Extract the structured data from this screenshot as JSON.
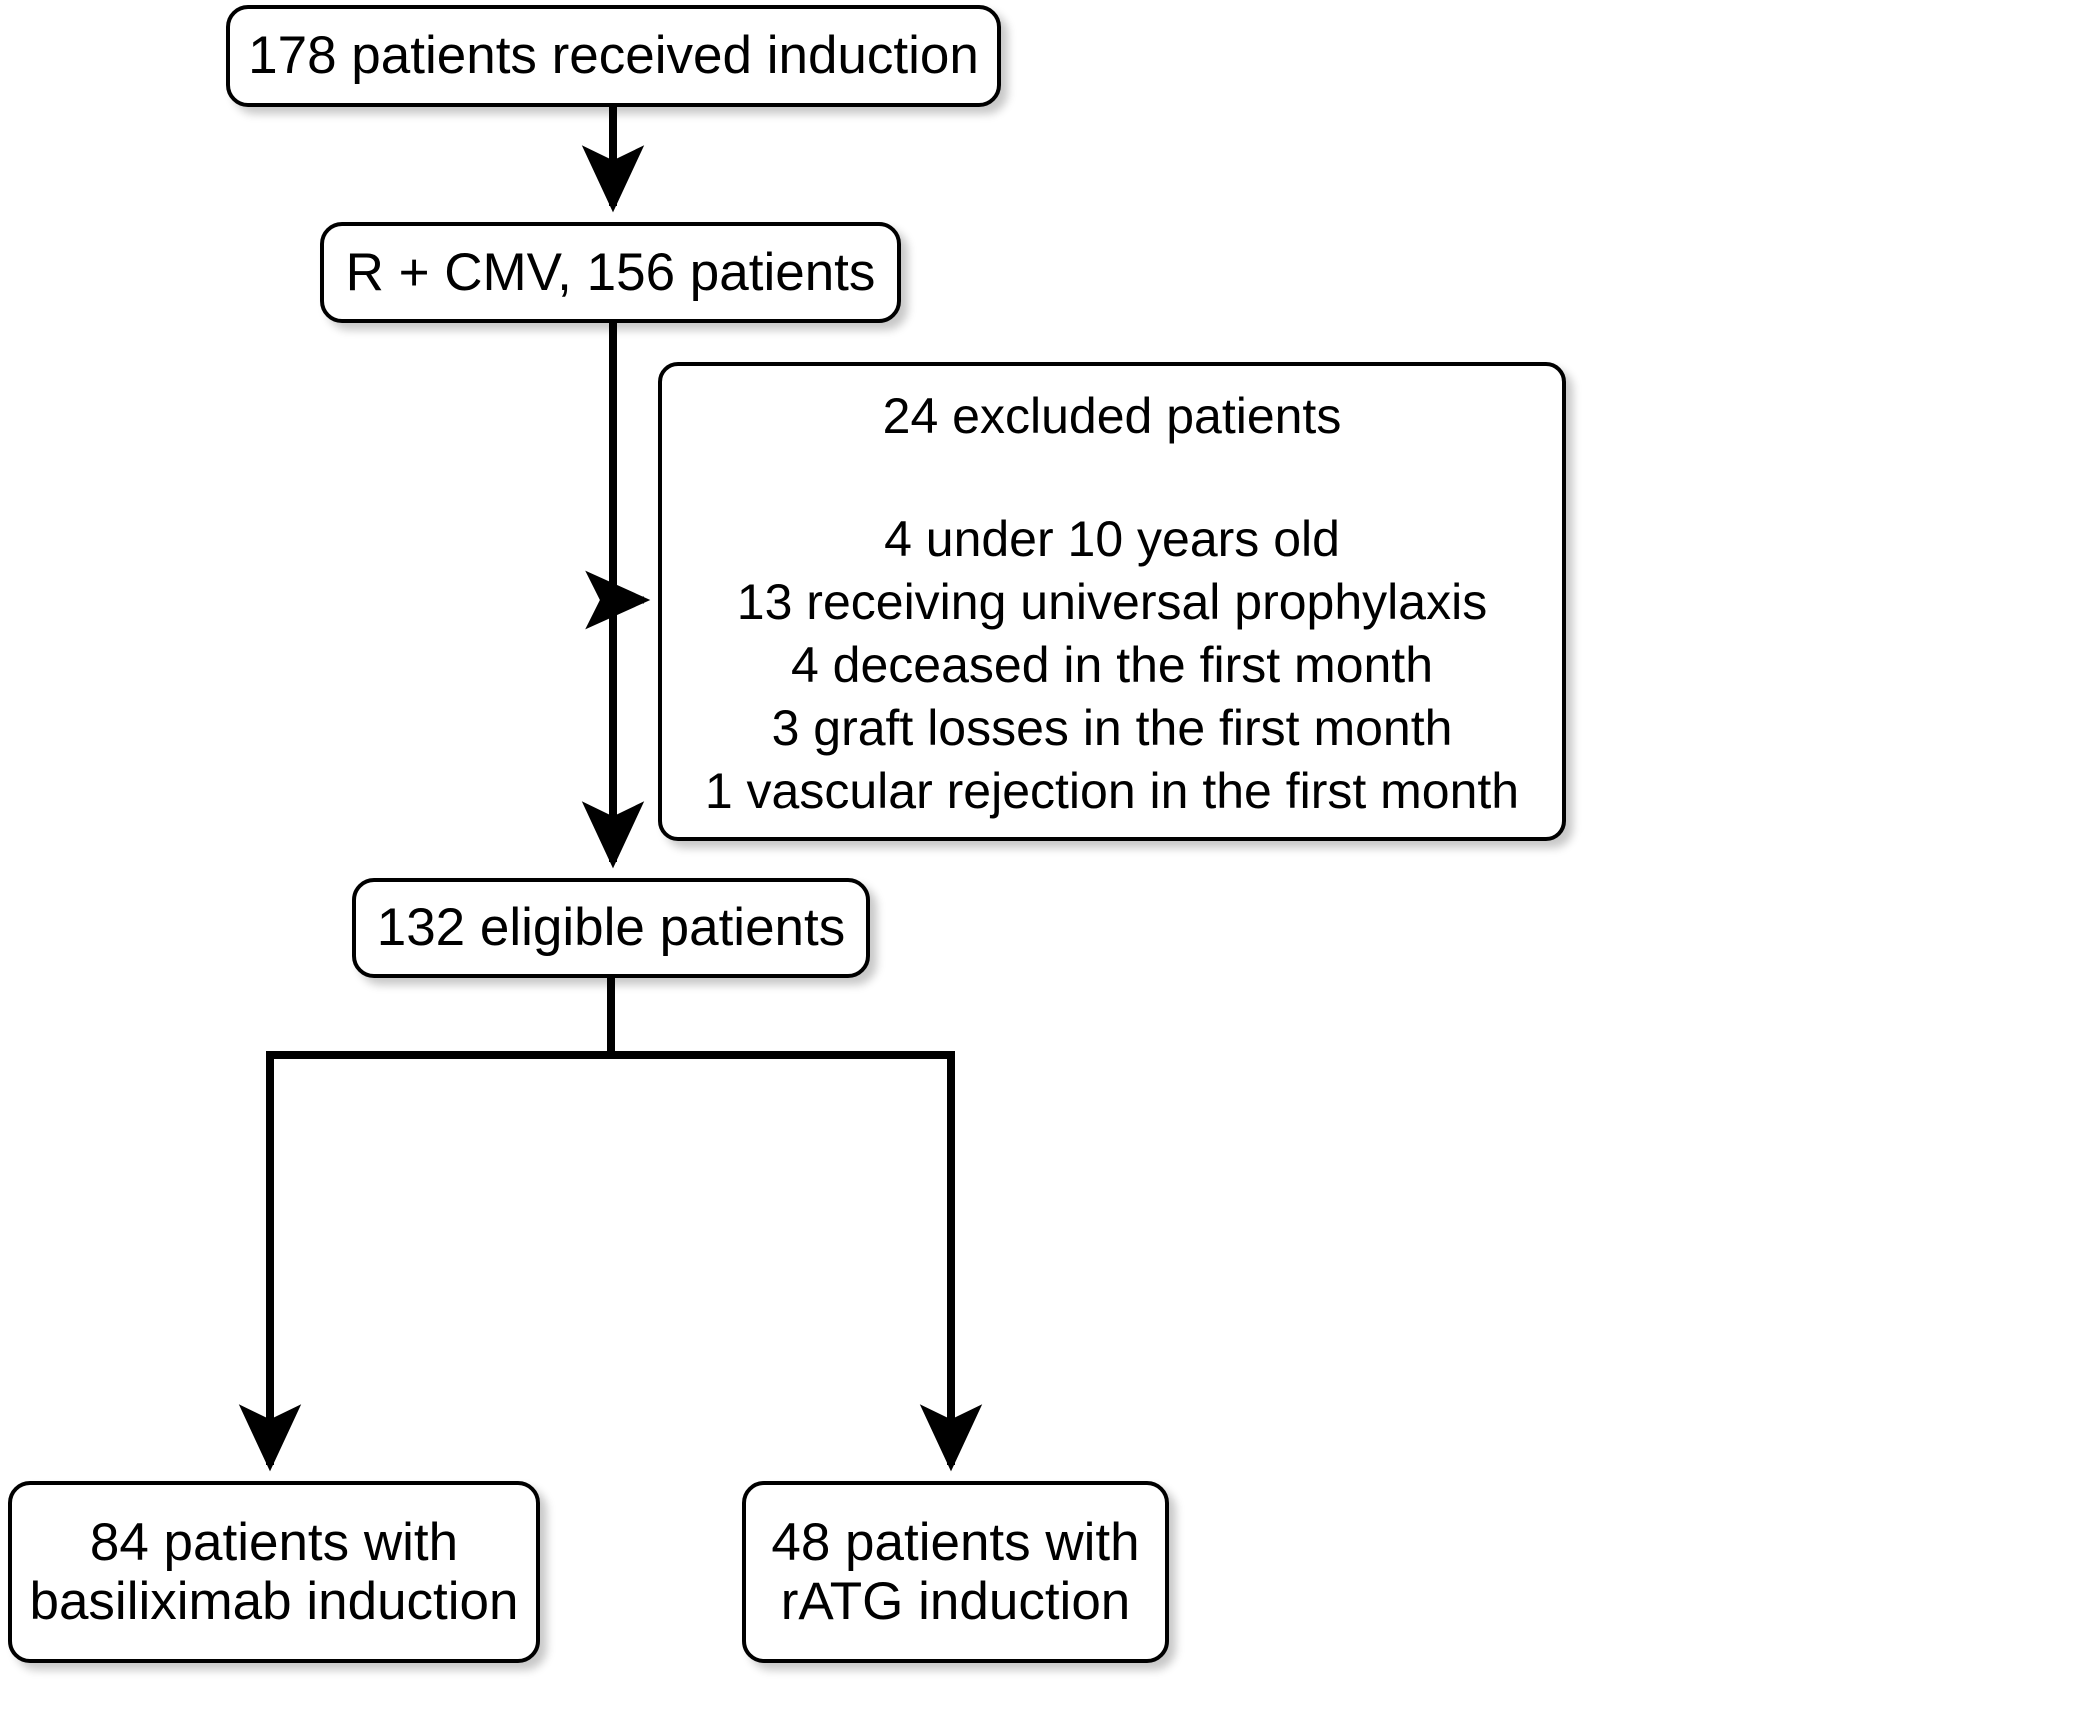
{
  "diagram": {
    "type": "flowchart",
    "title": "",
    "nodes": {
      "induction": {
        "label": "178 patients received induction",
        "count": 178
      },
      "rcmv": {
        "label": "R + CMV, 156 patients",
        "count": 156
      },
      "excluded": {
        "title": "24 excluded patients",
        "count": 24,
        "items": [
          "4 under 10 years old",
          "13 receiving universal prophylaxis",
          "4 deceased in the first month",
          "3 graft losses in the first month",
          "1 vascular rejection in the first month"
        ]
      },
      "eligible": {
        "label": "132 eligible patients",
        "count": 132
      },
      "basiliximab": {
        "label": "84 patients with\nbasiliximab induction",
        "count": 84
      },
      "ratg": {
        "label": "48 patients with\nrATG induction",
        "count": 48
      }
    },
    "edges": [
      {
        "from": "induction",
        "to": "rcmv",
        "arrow": "down"
      },
      {
        "from": "rcmv",
        "to": "excluded",
        "arrow": "right"
      },
      {
        "from": "rcmv",
        "to": "eligible",
        "arrow": "down"
      },
      {
        "from": "eligible",
        "to": "basiliximab",
        "arrow": "down"
      },
      {
        "from": "eligible",
        "to": "ratg",
        "arrow": "down"
      }
    ],
    "colors": {
      "stroke": "#000000",
      "fill": "#ffffff",
      "text": "#000000",
      "shadow": "#cfcfcf"
    }
  }
}
